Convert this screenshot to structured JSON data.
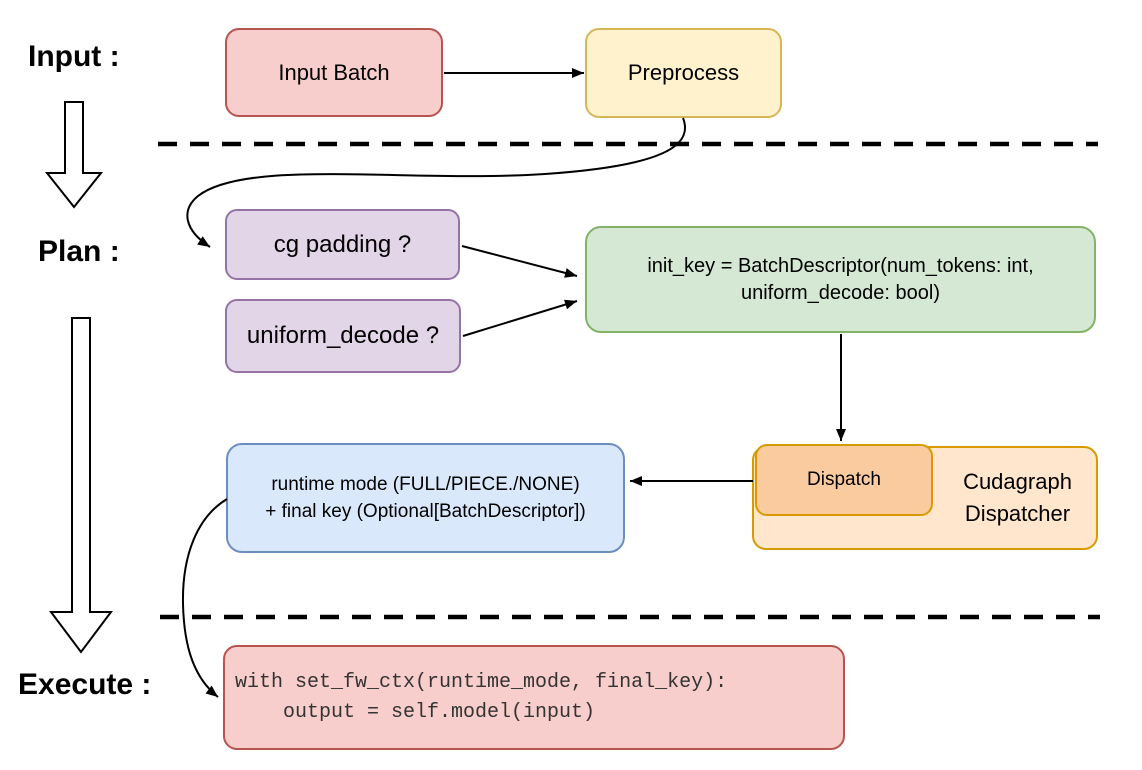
{
  "labels": {
    "input": "Input :",
    "plan": "Plan :",
    "execute": "Execute :"
  },
  "nodes": {
    "input_batch": "Input Batch",
    "preprocess": "Preprocess",
    "cg_padding": "cg padding ?",
    "uniform_decode": "uniform_decode ?",
    "init_key_line1": "init_key = BatchDescriptor(num_tokens: int,",
    "init_key_line2": "uniform_decode: bool)",
    "runtime_line1": "runtime mode (FULL/PIECE./NONE)",
    "runtime_line2": "+ final key (Optional[BatchDescriptor])",
    "dispatch": "Dispatch",
    "dispatcher_line1": "Cudagraph",
    "dispatcher_line2": "Dispatcher",
    "code_line1": "with set_fw_ctx(runtime_mode, final_key):",
    "code_line2": "    output = self.model(input)"
  },
  "colors": {
    "red_fill": "#f8cecc",
    "red_stroke": "#b85450",
    "yellow_fill": "#fff2cc",
    "yellow_stroke": "#d6b656",
    "purple_fill": "#e1d5e7",
    "purple_stroke": "#9673a6",
    "green_fill": "#d5e8d4",
    "green_stroke": "#82b366",
    "blue_fill": "#dae8fc",
    "blue_stroke": "#6c8ebf",
    "orange_fill": "#ffe6cc",
    "orange_stroke": "#d79b00",
    "orange_inner_fill": "#f9cb9e",
    "arrow_color": "#000000"
  }
}
